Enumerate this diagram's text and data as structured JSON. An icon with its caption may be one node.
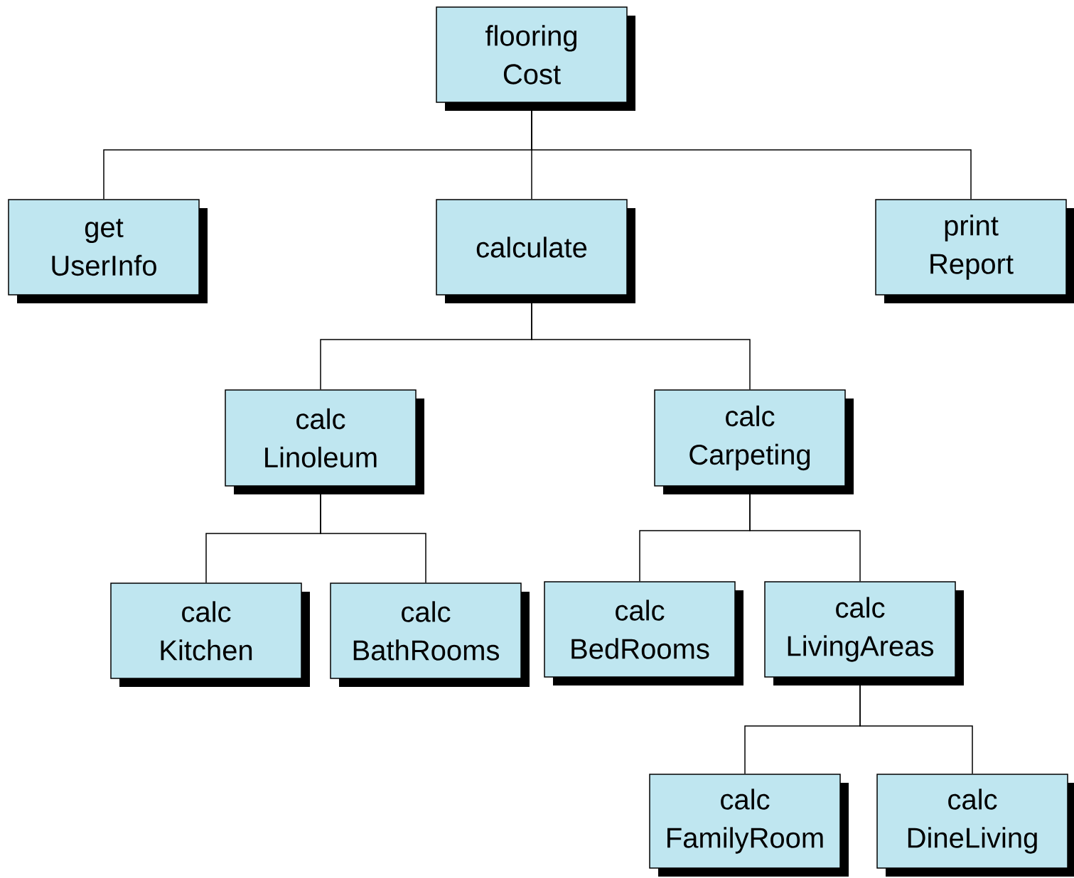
{
  "diagram": {
    "nodes": [
      {
        "text": [
          "flooring Cost"
        ]
      },
      {
        "text": [
          "get UserInfo"
        ]
      },
      {
        "text": [
          "calculate"
        ]
      },
      {
        "text": [
          "print Report"
        ]
      },
      {
        "text": [
          "calc Linoleum"
        ]
      },
      {
        "text": [
          "calc Carpeting"
        ]
      },
      {
        "text": [
          "calc Kitchen"
        ]
      },
      {
        "text": [
          "calc BathRooms"
        ]
      },
      {
        "text": [
          "calc BedRooms"
        ]
      },
      {
        "text": [
          "calc LivingAreas"
        ]
      },
      {
        "text": [
          "calc FamilyRoom"
        ]
      },
      {
        "text": [
          "calc DineLiving"
        ]
      }
    ],
    "edges": [
      {
        "from": 0,
        "to": 1,
        "arrow": "none"
      },
      {
        "from": 0,
        "to": 2,
        "arrow": "none"
      },
      {
        "from": 0,
        "to": 3,
        "arrow": "none"
      },
      {
        "from": 2,
        "to": 4,
        "arrow": "none"
      },
      {
        "from": 2,
        "to": 5,
        "arrow": "none"
      },
      {
        "from": 4,
        "to": 6,
        "arrow": "none"
      },
      {
        "from": 4,
        "to": 7,
        "arrow": "none"
      },
      {
        "from": 5,
        "to": 8,
        "arrow": "none"
      },
      {
        "from": 5,
        "to": 9,
        "arrow": "none"
      },
      {
        "from": 9,
        "to": 10,
        "arrow": "none"
      },
      {
        "from": 9,
        "to": 11,
        "arrow": "none"
      }
    ]
  }
}
